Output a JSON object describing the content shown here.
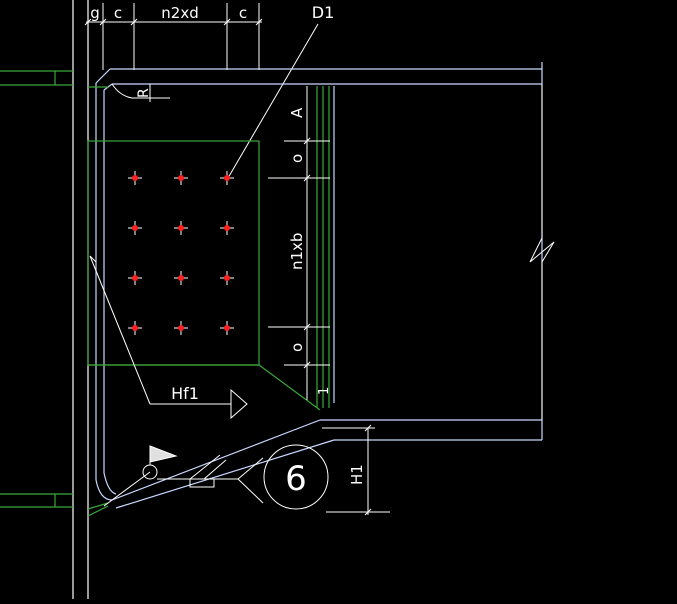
{
  "colors": {
    "background": "#000000",
    "dimension": "#ffffff",
    "outline": "#c8d8ff",
    "plate": "#3aa83a",
    "bolt": "#ff2020",
    "flag": "#e0e0e0"
  },
  "labels": {
    "g": "g",
    "c_left": "c",
    "n2xd": "n2xd",
    "c_right": "c",
    "d1": "D1",
    "r": "R",
    "a": "A",
    "o_top": "o",
    "n1xb": "n1xb",
    "o_bottom": "o",
    "one": "1",
    "hf1": "Hf1",
    "h1": "H1",
    "weld_number": "6"
  },
  "bolts": {
    "rows": 4,
    "cols": 3
  }
}
